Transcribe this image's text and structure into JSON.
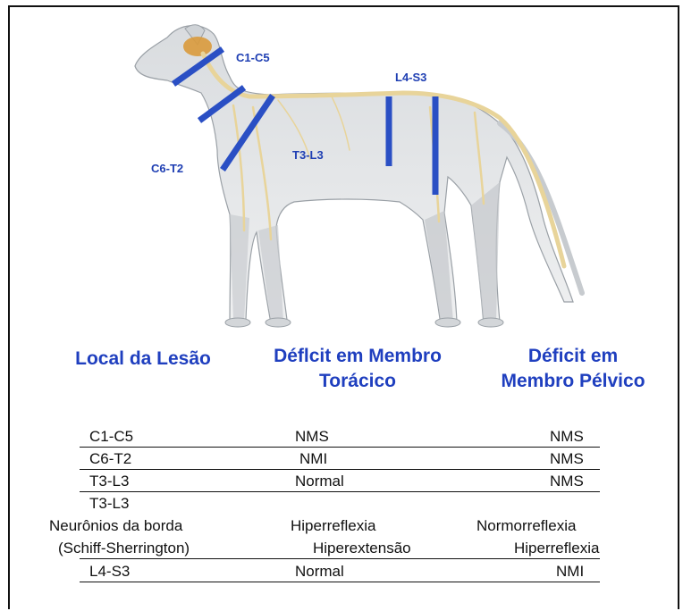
{
  "segments": {
    "c1c5": "C1-C5",
    "c6t2": "C6-T2",
    "t3l3": "T3-L3",
    "l4s3": "L4-S3"
  },
  "headers": {
    "local": "Local da Lesão",
    "toracico_line1": "Déflcit em Membro",
    "toracico_line2": "Torácico",
    "pelvico_line1": "Déficit em",
    "pelvico_line2": "Membro Pélvico"
  },
  "table": {
    "rows": [
      {
        "local": "C1-C5",
        "toracico": "NMS",
        "pelvico": "NMS"
      },
      {
        "local": "C6-T2",
        "toracico": "NMI",
        "pelvico": "NMS"
      },
      {
        "local": "T3-L3",
        "toracico": "Normal",
        "pelvico": "NMS"
      },
      {
        "local": "T3-L3",
        "toracico": "",
        "pelvico": ""
      },
      {
        "local": "Neurônios da borda",
        "toracico": "Hiperreflexia",
        "pelvico": "Normorreflexia"
      },
      {
        "local": "(Schiff-Sherrington)",
        "toracico": "Hiperextensão",
        "pelvico": "Hiperreflexia"
      },
      {
        "local": "L4-S3",
        "toracico": "Normal",
        "pelvico": "NMI"
      }
    ]
  },
  "colors": {
    "marker": "#2a4fc4",
    "label": "#1f3fbf",
    "nerve": "#e8d49a",
    "brain": "#d99a3c"
  }
}
